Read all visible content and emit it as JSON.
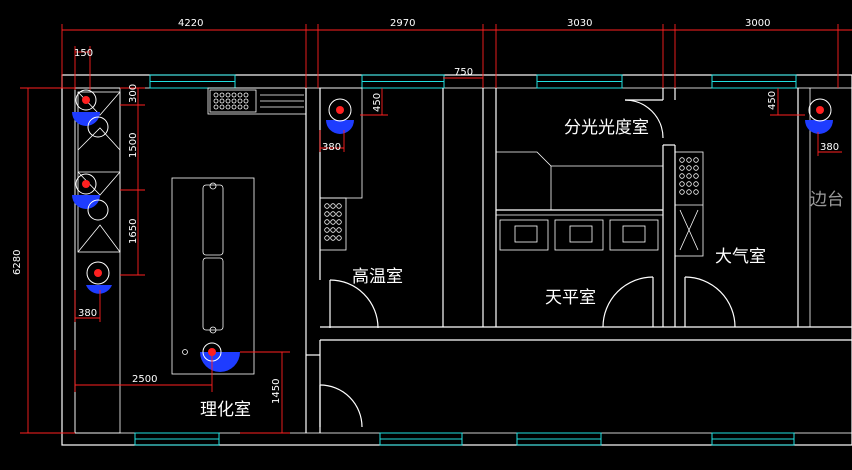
{
  "rooms": {
    "physchem": "理化室",
    "high_temp": "高温室",
    "spectro": "分光光度室",
    "balance": "天平室",
    "atmosphere": "大气室",
    "side_bench": "边台"
  },
  "dimensions": {
    "top_span_1": "4220",
    "top_span_2": "2970",
    "top_span_3": "3030",
    "top_span_4": "3000",
    "left_total": "6280",
    "d_150": "150",
    "d_300": "300",
    "d_1500": "1500",
    "d_1650": "1650",
    "d_380_a": "380",
    "d_380_b": "380",
    "d_380_c": "380",
    "d_450_a": "450",
    "d_450_b": "450",
    "d_750": "750",
    "d_2500": "2500",
    "d_1450": "1450"
  },
  "colors": {
    "background": "#000000",
    "wall": "#ffffff",
    "dimension": "#ff2020",
    "window": "#20e0e0",
    "sink_blue": "#1e3cff"
  }
}
